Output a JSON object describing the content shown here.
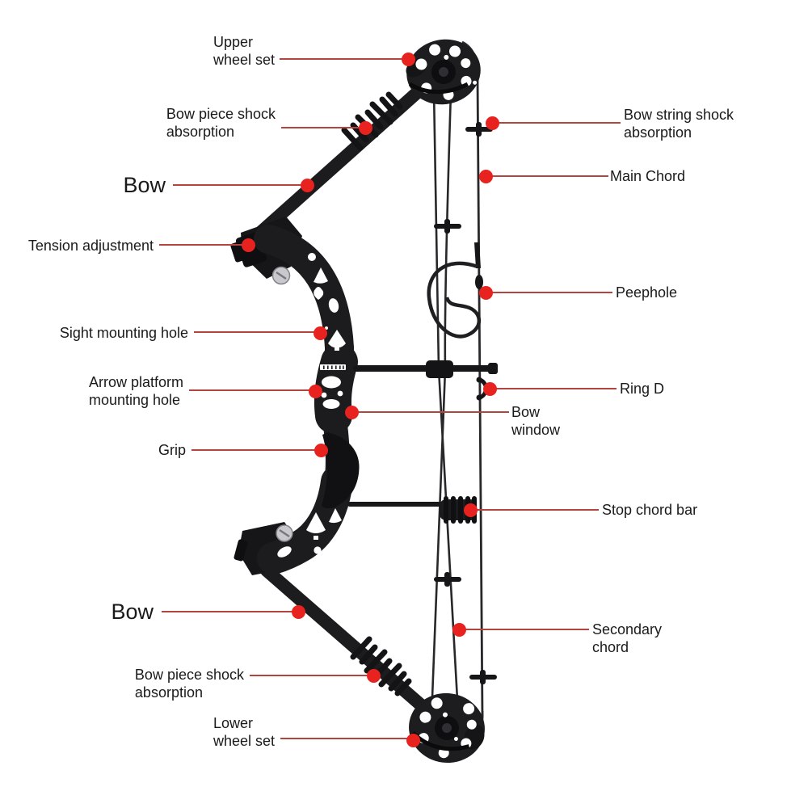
{
  "diagram": {
    "subject": "Compound bow parts diagram",
    "colors": {
      "background": "#ffffff",
      "bow_body": "#1c1c1e",
      "leader_line": "#b4453e",
      "marker_dot": "#e8231f",
      "text": "#1a1a1a"
    },
    "labels": {
      "upper_wheel_set": "Upper\nwheel set",
      "bow_piece_shock_absorption_upper": "Bow piece shock\nabsorption",
      "bow_upper": "Bow",
      "tension_adjustment": "Tension adjustment",
      "sight_mounting_hole": "Sight mounting hole",
      "arrow_platform_mounting_hole": "Arrow platform\nmounting hole",
      "grip": "Grip",
      "bow_lower": "Bow",
      "bow_piece_shock_absorption_lower": "Bow piece shock\nabsorption",
      "lower_wheel_set": "Lower\nwheel set",
      "bow_string_shock_absorption": "Bow string shock\nabsorption",
      "main_chord": "Main Chord",
      "peephole": "Peephole",
      "ring_d": "Ring D",
      "bow_window": "Bow\nwindow",
      "stop_chord_bar": "Stop chord bar",
      "secondary_chord": "Secondary\nchord"
    }
  }
}
